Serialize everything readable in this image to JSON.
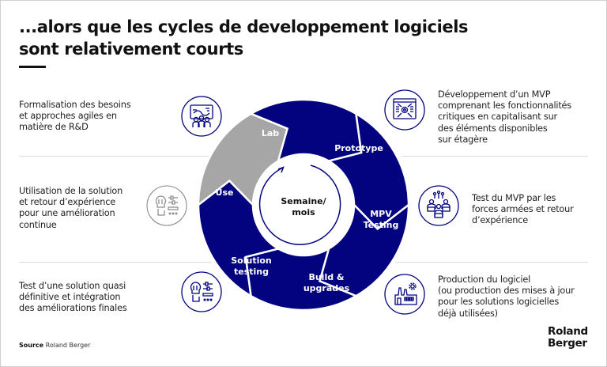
{
  "title": {
    "line1": "...alors que les cycles de developpement logiciels",
    "line2": "sont relativement courts"
  },
  "colors": {
    "navy": "#030380",
    "grey": "#a6a6a6",
    "separator": "#dcdcdc"
  },
  "wheel": {
    "center_label": [
      "Semaine/",
      "mois"
    ],
    "segments": [
      {
        "label": [
          "Lab"
        ],
        "color": "navy"
      },
      {
        "label": [
          "Prototype"
        ],
        "color": "navy"
      },
      {
        "label": [
          "MPV",
          "Testing"
        ],
        "color": "navy"
      },
      {
        "label": [
          "Build &",
          "upgrades"
        ],
        "color": "navy"
      },
      {
        "label": [
          "Solution",
          "testing"
        ],
        "color": "navy"
      },
      {
        "label": [
          "Use"
        ],
        "color": "grey"
      }
    ]
  },
  "left_items": [
    {
      "icon": "team-presentation-icon",
      "lines": [
        "Formalisation des besoins",
        "et approches agiles en",
        "matière de R&D"
      ],
      "icon_style": "navy"
    },
    {
      "icon": "idea-touch-controls-icon",
      "lines": [
        "Utilisation de la solution",
        "et retour d’expérience",
        "pour une amélioration",
        "continue"
      ],
      "icon_style": "grey"
    },
    {
      "icon": "idea-touch-controls-icon",
      "lines": [
        "Test d’une solution quasi",
        "définitive et intégration",
        "des améliorations finales"
      ],
      "icon_style": "navy"
    }
  ],
  "right_items": [
    {
      "icon": "software-gear-icon",
      "lines": [
        "Développement d’un MVP",
        "comprenant les fonctionnalités",
        "critiques en capitalisant sur",
        "des éléments disponibles",
        "sur étagère"
      ]
    },
    {
      "icon": "team-testing-icon",
      "lines": [
        "Test du MVP par les",
        "forces armées et retour",
        "d’expérience"
      ]
    },
    {
      "icon": "factory-icon",
      "lines": [
        "Production du logiciel",
        "(ou production des mises à jour",
        "pour les solutions logicielles",
        "déjà utilisées)"
      ]
    }
  ],
  "footer": {
    "source_label": "Source",
    "source_value": "Roland Berger",
    "logo_line1": "Roland",
    "logo_line2": "Berger"
  }
}
